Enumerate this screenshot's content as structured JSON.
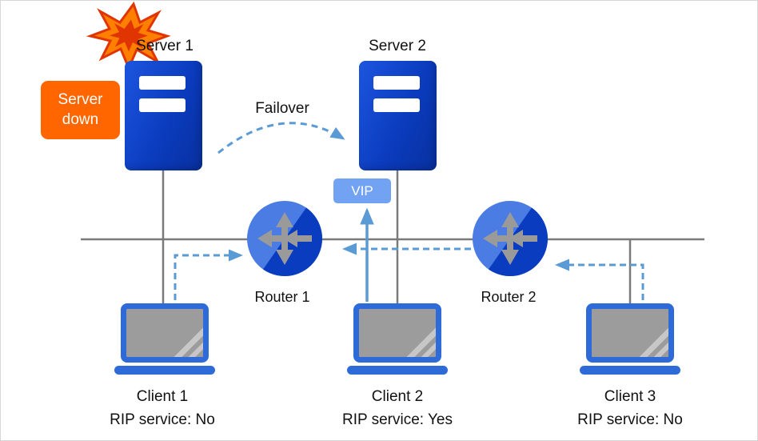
{
  "diagram": {
    "servers": [
      {
        "label": "Server 1"
      },
      {
        "label": "Server 2"
      }
    ],
    "alerts": {
      "server_down": "Server down"
    },
    "failover": {
      "label": "Failover"
    },
    "vip": {
      "label": "VIP"
    },
    "routers": [
      {
        "label": "Router 1"
      },
      {
        "label": "Router 2"
      }
    ],
    "clients": [
      {
        "label": "Client 1",
        "rip_service": "RIP service: No"
      },
      {
        "label": "Client 2",
        "rip_service": "RIP service: Yes"
      },
      {
        "label": "Client 3",
        "rip_service": "RIP service: No"
      }
    ],
    "icons": {
      "server": "server-tower-icon",
      "router": "router-icon",
      "client": "laptop-icon",
      "failure": "explosion-icon"
    },
    "colors": {
      "server_blue": "#0b3cbe",
      "router_light_blue": "#4a7ce4",
      "router_dark_blue": "#0a3cc0",
      "laptop_blue": "#2e6bd8",
      "screen_gray": "#9c9c9c",
      "alert_orange": "#ff6600",
      "vip_blue": "#72a3f3",
      "arrow_blue": "#5b9bd5",
      "line_gray": "#7a7a7a",
      "explosion_orange": "#ff8000",
      "explosion_red": "#e03500"
    }
  }
}
